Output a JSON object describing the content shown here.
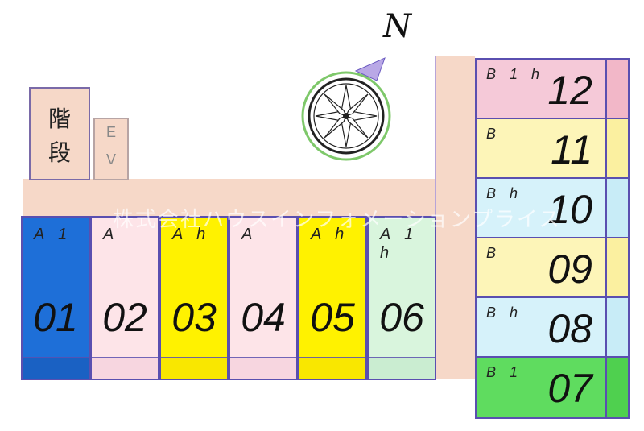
{
  "stairs": {
    "line1": "階",
    "line2": "段"
  },
  "elevator": {
    "line1": "E",
    "line2": "V"
  },
  "compass": {
    "label": "N"
  },
  "watermark": "株式会社ハウスインフォメーションプライス",
  "rooms_a": [
    {
      "code": "A 1",
      "num": "01",
      "color": "#1e6fd8",
      "strip": "#1a5fc0"
    },
    {
      "code": "A",
      "num": "02",
      "color": "#fde4e8",
      "strip": "#f7d4df"
    },
    {
      "code": "A h",
      "num": "03",
      "color": "#fff200",
      "strip": "#f8e600"
    },
    {
      "code": "A",
      "num": "04",
      "color": "#fde4e8",
      "strip": "#f7d4df"
    },
    {
      "code": "A h",
      "num": "05",
      "color": "#fff200",
      "strip": "#f8e600"
    },
    {
      "code": "A 1 h",
      "num": "06",
      "color": "#d9f5dd",
      "strip": "#c8eccf"
    }
  ],
  "rooms_b": [
    {
      "code": "B 1 h",
      "num": "12",
      "color": "#f5c9d8",
      "edge": "#f2b7c8"
    },
    {
      "code": "B",
      "num": "11",
      "color": "#fdf5b8",
      "edge": "#fbf0a0"
    },
    {
      "code": "B h",
      "num": "10",
      "color": "#d6f2fa",
      "edge": "#c8ecf7"
    },
    {
      "code": "B",
      "num": "09",
      "color": "#fdf5b8",
      "edge": "#fbf0a0"
    },
    {
      "code": "B h",
      "num": "08",
      "color": "#d6f2fa",
      "edge": "#c8ecf7"
    },
    {
      "code": "B 1",
      "num": "07",
      "color": "#5fdc5f",
      "edge": "#4fd04f"
    }
  ]
}
